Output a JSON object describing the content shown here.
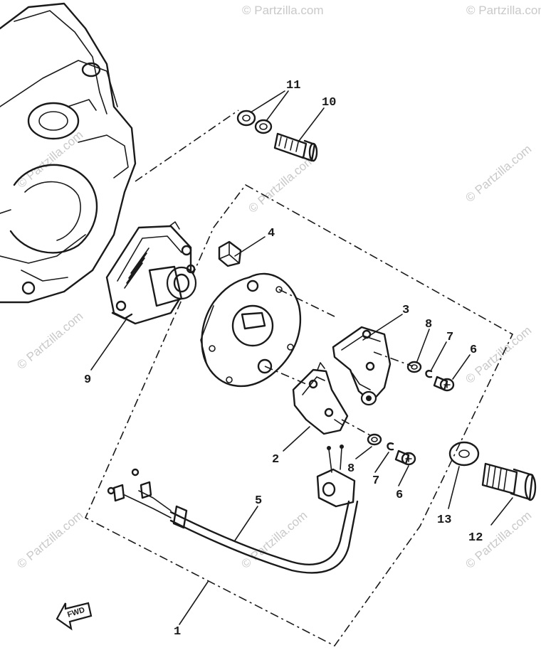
{
  "watermark": "© Partzilla.com",
  "fwd_label": "FWD",
  "callouts": {
    "c1": "1",
    "c2": "2",
    "c3": "3",
    "c4": "4",
    "c5": "5",
    "c6a": "6",
    "c6b": "6",
    "c7a": "7",
    "c7b": "7",
    "c8a": "8",
    "c8b": "8",
    "c9": "9",
    "c10": "10",
    "c11": "11",
    "c12": "12",
    "c13": "13"
  }
}
